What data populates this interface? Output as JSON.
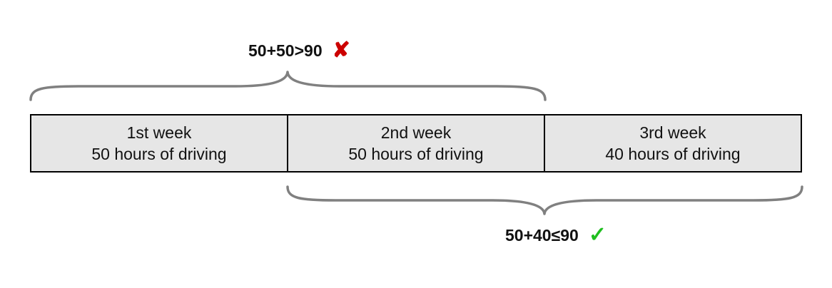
{
  "weeks": [
    {
      "label": "1st week",
      "detail": "50 hours of driving"
    },
    {
      "label": "2nd week",
      "detail": "50 hours of driving"
    },
    {
      "label": "3rd week",
      "detail": "40 hours of driving"
    }
  ],
  "annotations": {
    "top": {
      "text": "50+50>90",
      "mark": "✘",
      "mark_color": "#cc0000",
      "status": "invalid"
    },
    "bottom": {
      "text": "50+40≤90",
      "mark": "✓",
      "mark_color": "#1fbf1f",
      "status": "valid"
    }
  },
  "colors": {
    "cell_background": "#e6e6e6",
    "cell_border": "#000000",
    "brace": "#808080"
  }
}
